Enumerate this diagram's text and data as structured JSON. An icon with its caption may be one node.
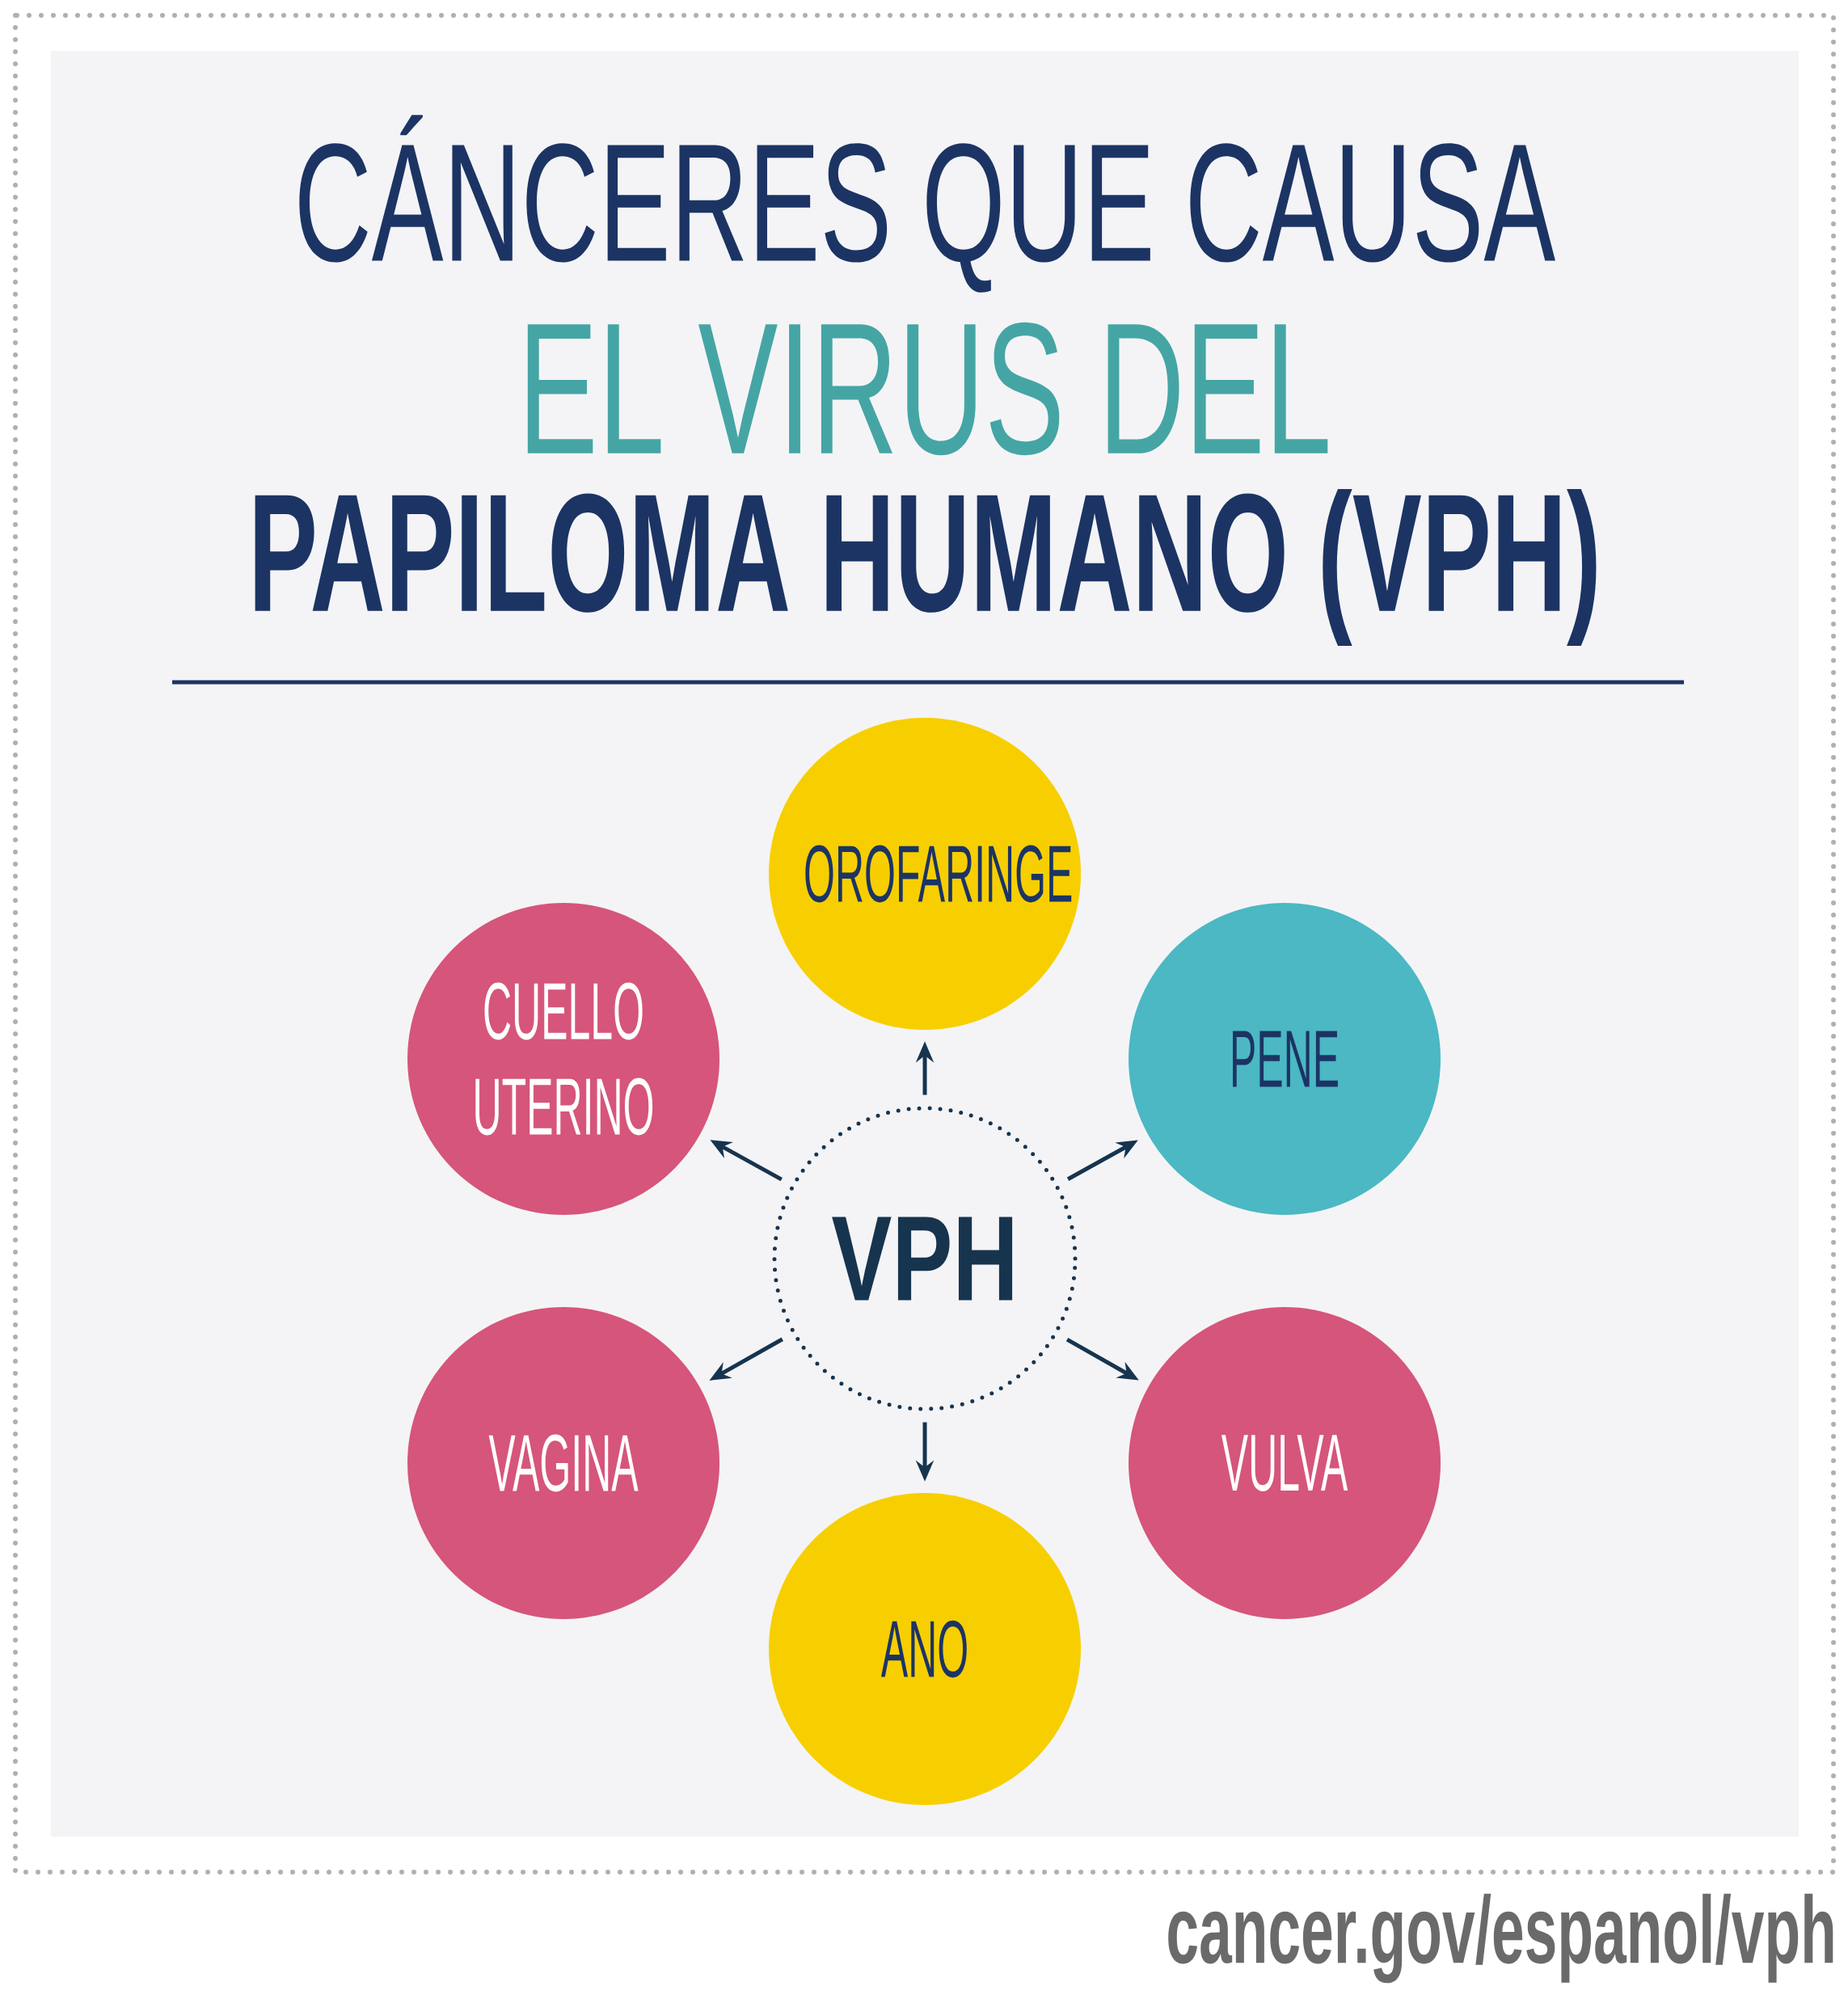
{
  "diagram": {
    "nodes": [
      {
        "text": [
          "OROFARINGE"
        ]
      },
      {
        "text": [
          "CUELLO UTERINO"
        ]
      },
      {
        "text": [
          "PENE"
        ]
      },
      {
        "text": [
          "VPH"
        ]
      },
      {
        "text": [
          "VAGINA"
        ]
      },
      {
        "text": [
          "VULVA"
        ]
      },
      {
        "text": [
          "ANO"
        ]
      }
    ],
    "edges": [
      {
        "from": 3,
        "to": 0,
        "arrow": "to"
      },
      {
        "from": 3,
        "to": 1,
        "arrow": "to"
      },
      {
        "from": 3,
        "to": 2,
        "arrow": "to"
      },
      {
        "from": 3,
        "to": 4,
        "arrow": "to"
      },
      {
        "from": 3,
        "to": 5,
        "arrow": "to"
      },
      {
        "from": 3,
        "to": 6,
        "arrow": "to"
      }
    ],
    "labels": [
      "CÁNCERES QUE CAUSA",
      "EL VIRUS DEL",
      "PAPILOMA HUMANO (VPH)",
      "cancer.gov/espanol/vph"
    ]
  }
}
